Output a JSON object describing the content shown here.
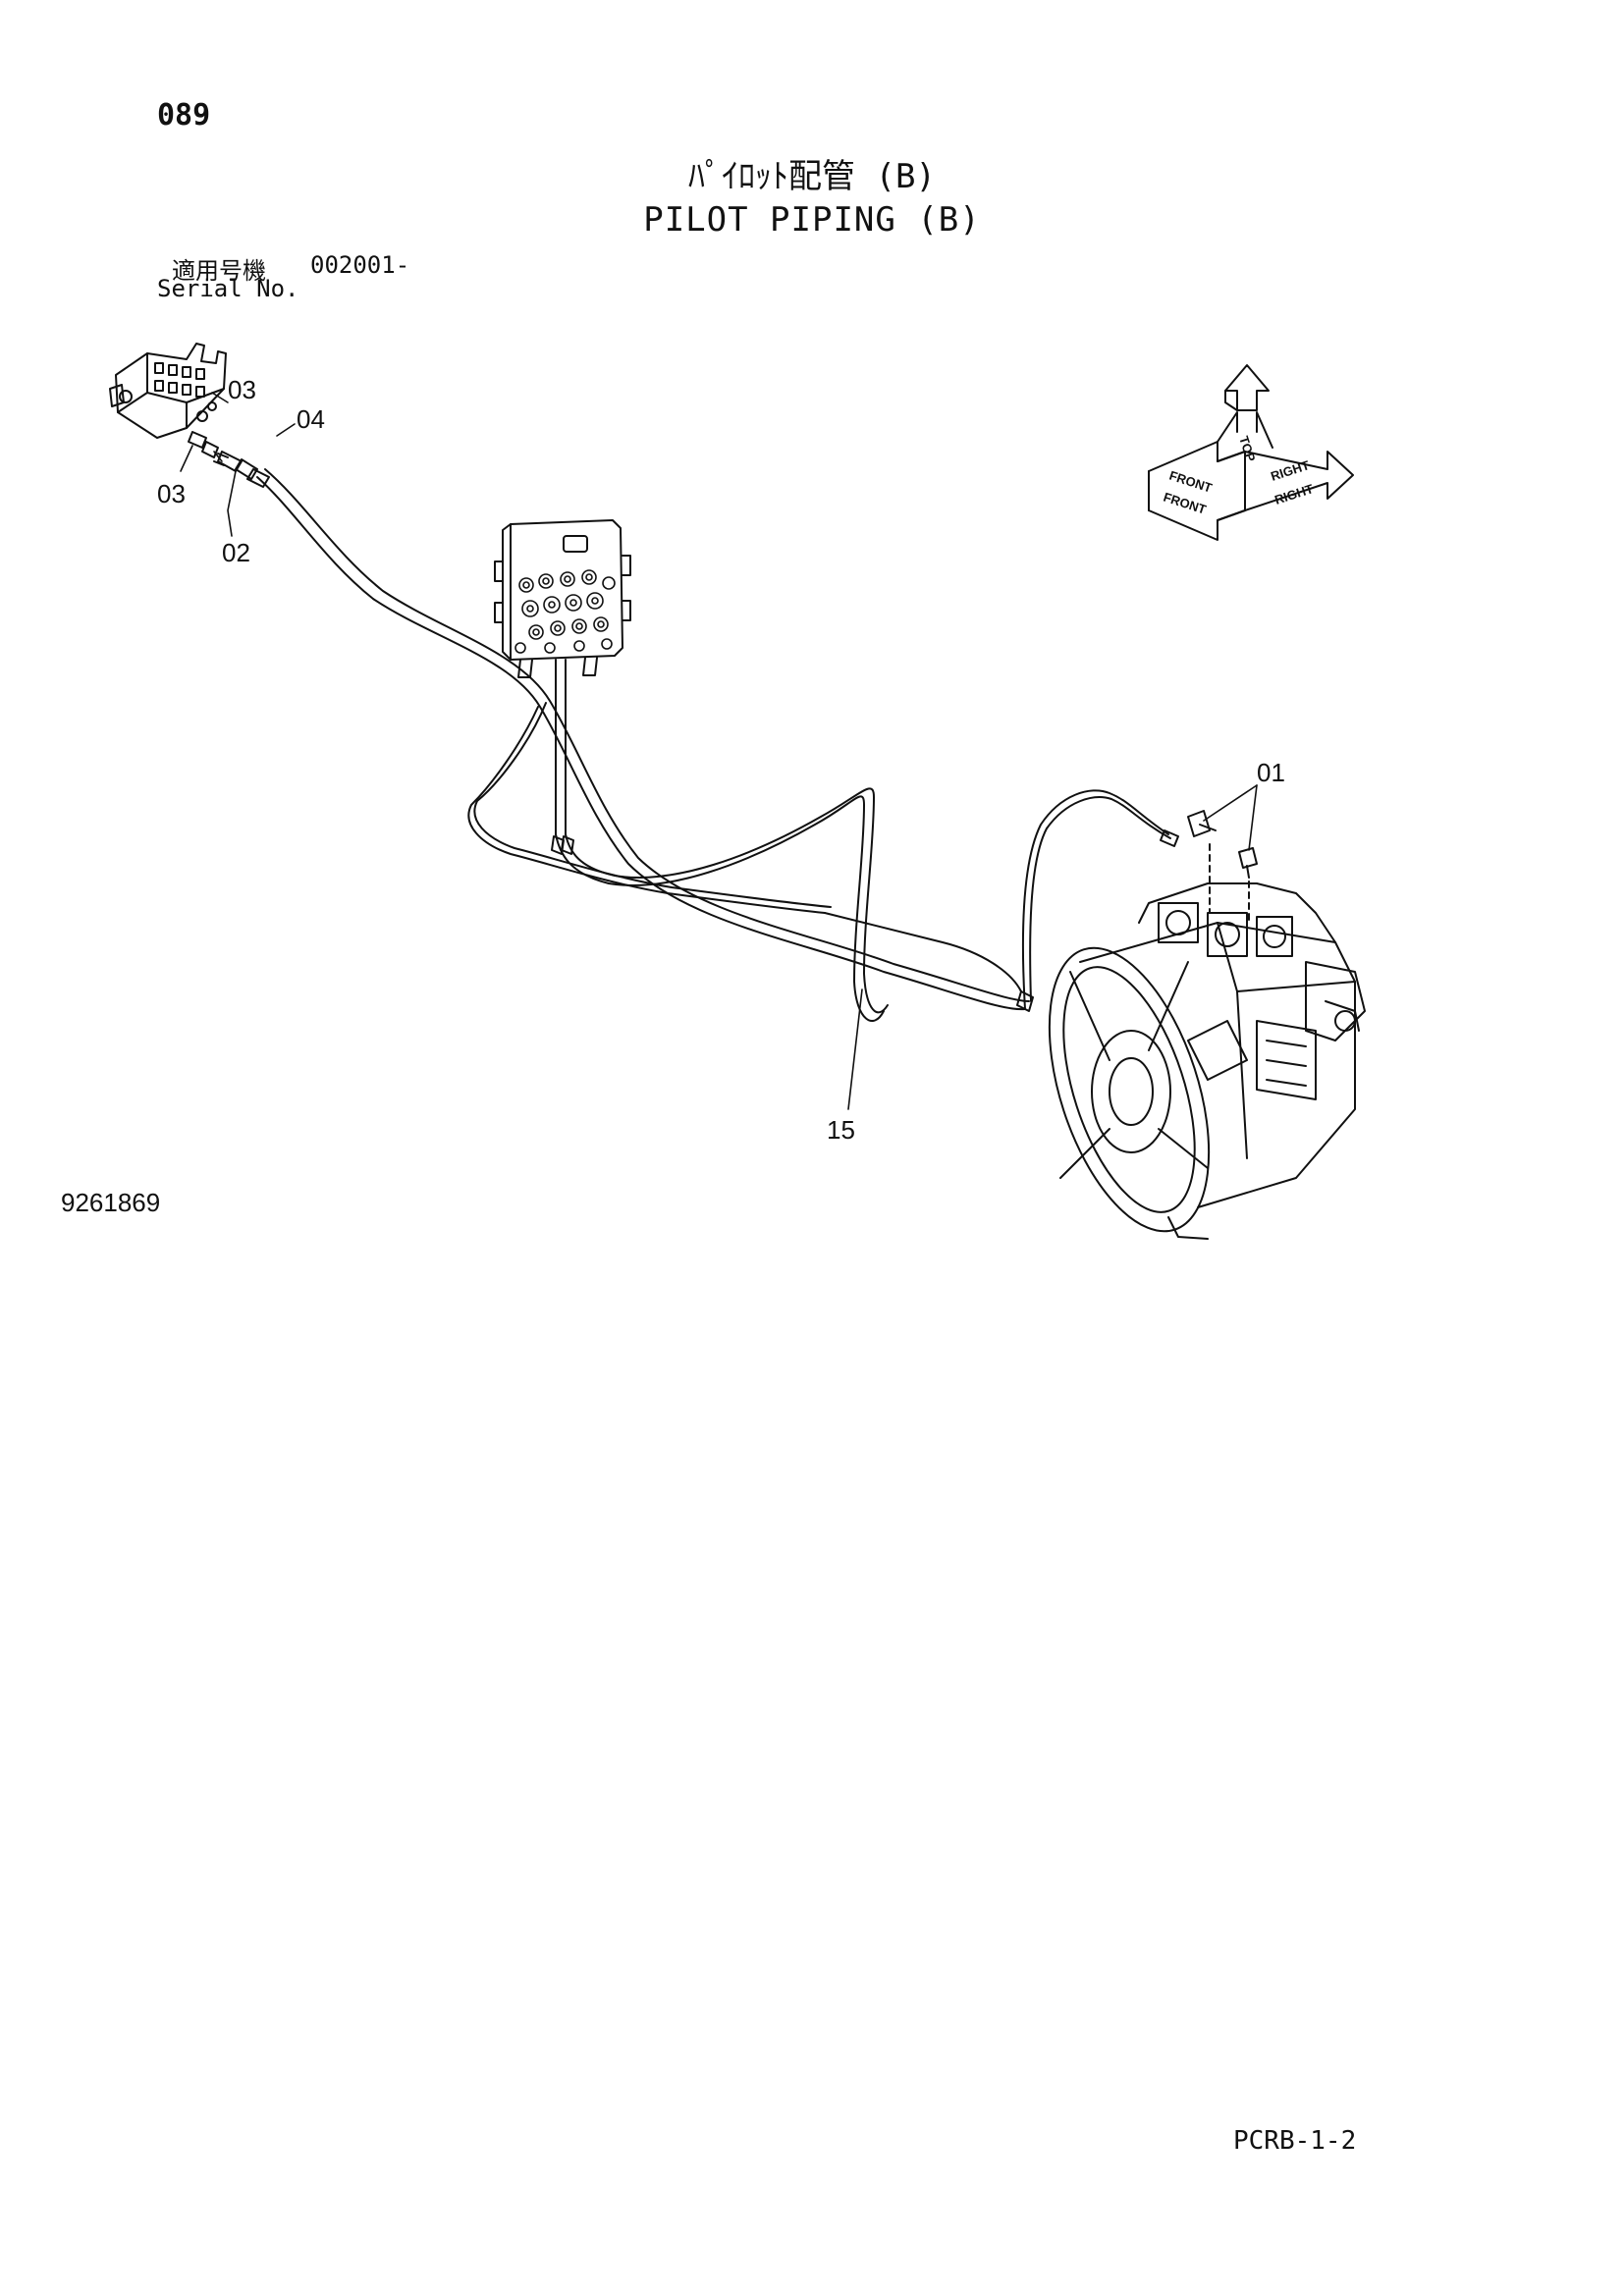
{
  "header": {
    "page_number": "089",
    "title_jp": "ﾊﾟｲﾛｯﾄ配管 (B)",
    "title_en": "PILOT PIPING (B)",
    "serial_label_jp": "適用号機",
    "serial_value": "002001-",
    "serial_label_en": "Serial No."
  },
  "callouts": {
    "c01": "01",
    "c02": "02",
    "c03a": "03",
    "c03b": "03",
    "c04": "04",
    "c15": "15"
  },
  "orientation": {
    "front_top": "FRONT",
    "front": "FRONT",
    "top": "TOP",
    "right_top": "RIGHT",
    "right": "RIGHT"
  },
  "footer": {
    "drawing_number": "9261869",
    "sheet_code": "PCRB-1-2"
  }
}
